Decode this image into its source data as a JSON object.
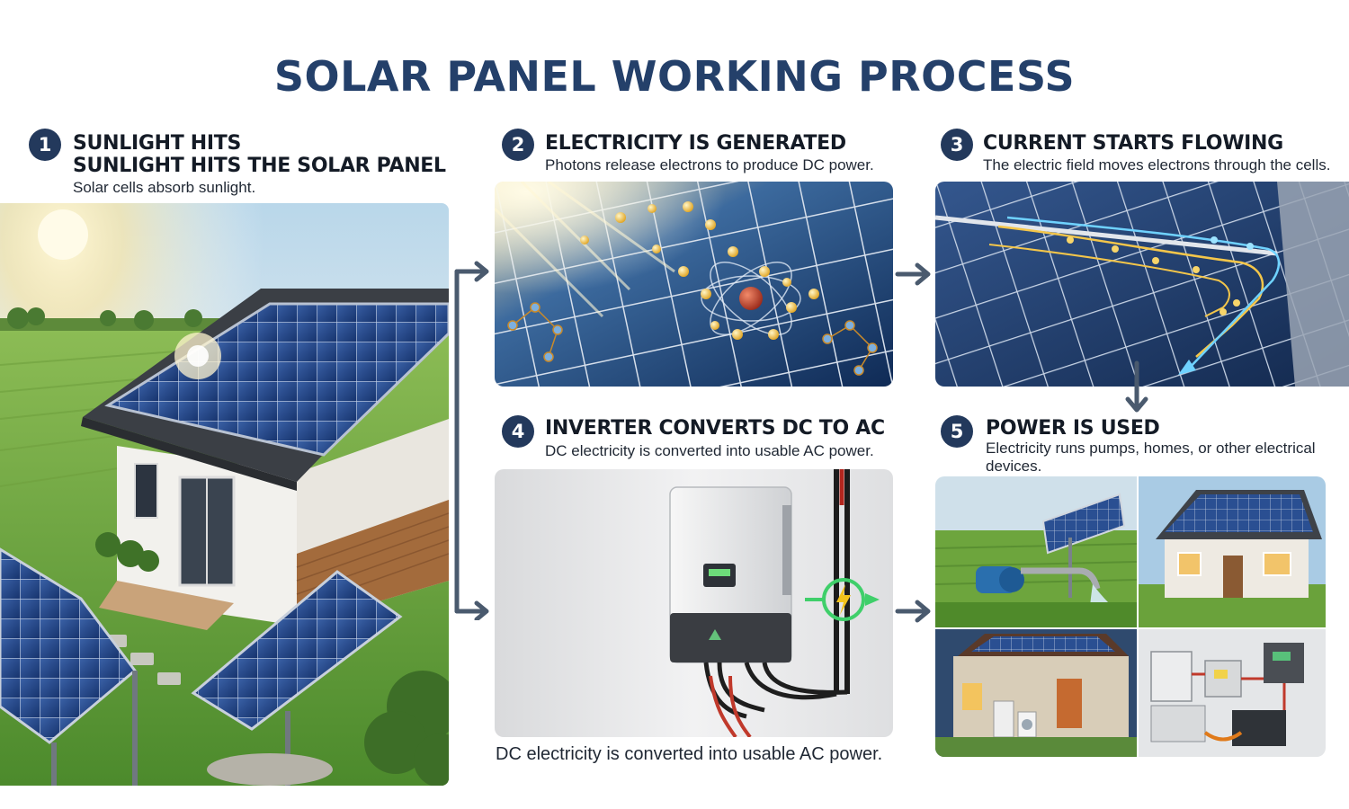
{
  "title": "SOLAR PANEL WORKING PROCESS",
  "steps": [
    {
      "number": "1",
      "heading_line1": "SUNLIGHT HITS",
      "heading_line2": "SUNLIGHT HITS THE SOLAR PANEL",
      "description": "Solar cells absorb sunlight."
    },
    {
      "number": "2",
      "heading": "ELECTRICITY IS GENERATED",
      "description": "Photons release electrons to produce DC power."
    },
    {
      "number": "3",
      "heading": "CURRENT STARTS FLOWING",
      "description": "The electric field moves electrons through the cells."
    },
    {
      "number": "4",
      "heading": "INVERTER CONVERTS DC TO AC",
      "description": "DC electricity is converted into usable AC power.",
      "caption": "DC electricity is converted into usable AC power."
    },
    {
      "number": "5",
      "heading": "POWER IS USED",
      "description": "Electricity runs pumps, homes, or other electrical devices."
    }
  ],
  "colors": {
    "title": "#24406a",
    "badge": "#23395c",
    "arrow": "#4a5a6e",
    "panel_blue": "#1f3f7a",
    "grass": "#5f9e3a"
  },
  "icons": [
    "sun-icon",
    "solar-panel-icon",
    "electron-icon",
    "inverter-icon",
    "lightning-icon",
    "house-icon",
    "water-pump-icon",
    "arrow-right-icon",
    "arrow-down-icon"
  ]
}
